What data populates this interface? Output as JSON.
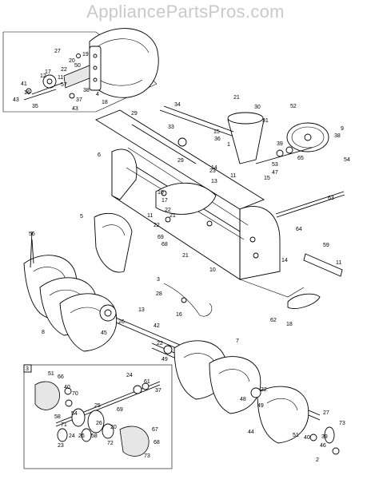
{
  "watermark": "AppliancePartsPros.com",
  "part_labels": [
    "27",
    "19",
    "20",
    "50",
    "22",
    "41",
    "17",
    "12",
    "11",
    "57",
    "38",
    "37",
    "16",
    "43",
    "35",
    "43",
    "18",
    "4",
    "21",
    "30",
    "29",
    "34",
    "33",
    "15",
    "36",
    "1",
    "31",
    "52",
    "9",
    "39",
    "38",
    "6",
    "47",
    "65",
    "54",
    "14",
    "11",
    "23",
    "15",
    "13",
    "29",
    "53",
    "17",
    "22",
    "10",
    "21",
    "68",
    "63",
    "5",
    "11",
    "22",
    "64",
    "56",
    "21",
    "69",
    "14",
    "59",
    "11",
    "10",
    "3",
    "28",
    "13",
    "8",
    "45",
    "26",
    "16",
    "42",
    "22",
    "62",
    "18",
    "49",
    "7",
    "40",
    "51",
    "66",
    "24",
    "61",
    "37",
    "70",
    "25",
    "58",
    "54",
    "71",
    "69",
    "26",
    "32",
    "48",
    "49",
    "27",
    "73",
    "44",
    "51",
    "40",
    "39",
    "2",
    "67",
    "20",
    "46",
    "23",
    "24",
    "26",
    "58",
    "72",
    "68",
    "73"
  ],
  "inset_label": "3"
}
